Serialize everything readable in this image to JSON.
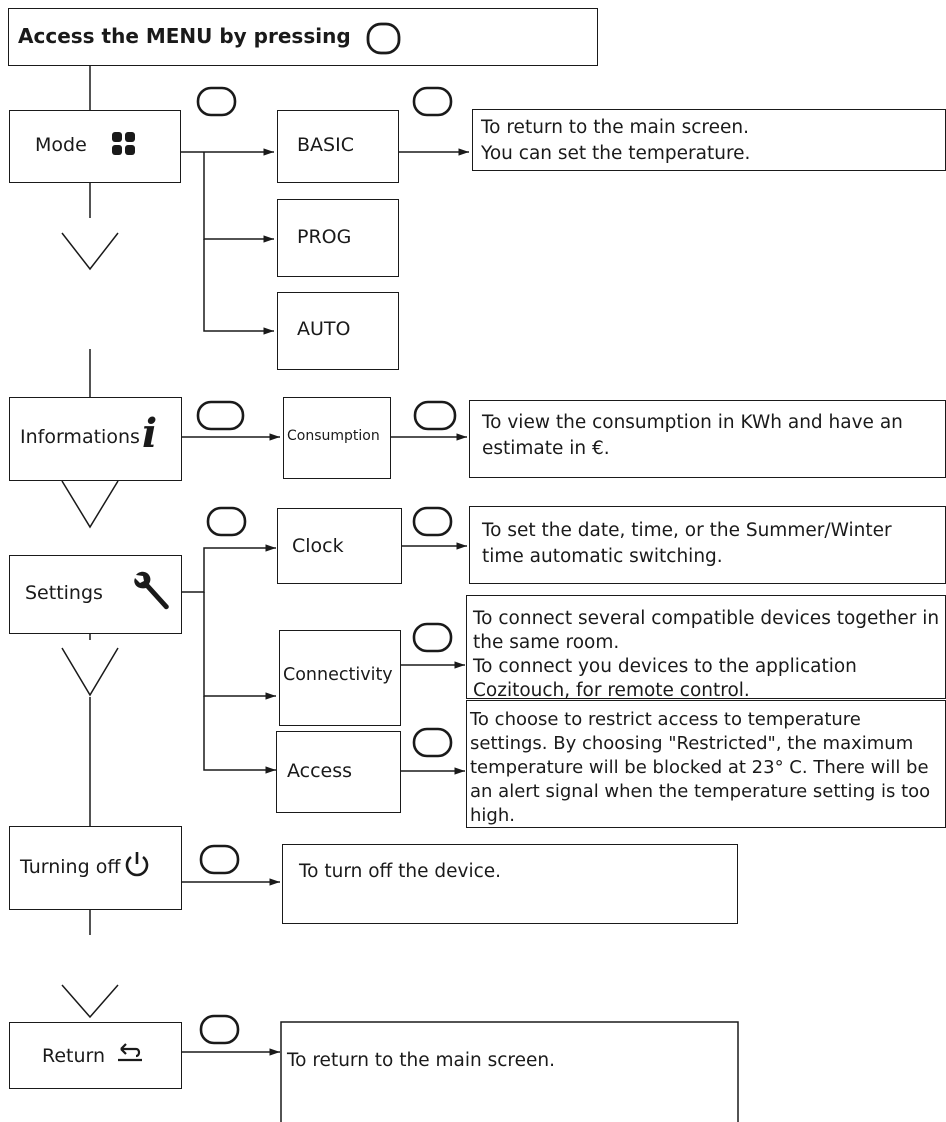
{
  "header": {
    "title": "Access the MENU by pressing"
  },
  "menu": [
    {
      "label": "Mode",
      "icon": "grid-icon"
    },
    {
      "label": "Informations",
      "icon": "info-icon"
    },
    {
      "label": "Settings",
      "icon": "wrench-icon"
    },
    {
      "label": "Turning off",
      "icon": "power-icon"
    },
    {
      "label": "Return",
      "icon": "return-icon"
    }
  ],
  "mode": {
    "options": [
      "BASIC",
      "PROG",
      "AUTO"
    ],
    "basic_desc_1": "To return to the main screen.",
    "basic_desc_2": "You can set the temperature."
  },
  "informations": {
    "option": "Consumption",
    "desc": "To view the consumption in KWh and have an estimate in €."
  },
  "settings": {
    "clock": "Clock",
    "clock_desc": "To set the date, time, or the Summer/Winter time automatic switching.",
    "connectivity": "Connectivity",
    "connectivity_desc_1": "To connect several compatible devices together in the same room.",
    "connectivity_desc_2": "To connect you devices to the application Cozitouch, for remote control.",
    "access": "Access",
    "access_desc": "To choose to restrict access to temperature settings. By choosing \"Restricted\", the maximum temperature will be blocked at 23° C. There will be an alert signal when the temperature setting is too high."
  },
  "turning_off": {
    "desc": "To turn off the device."
  },
  "return_item": {
    "desc": "To return to the main screen."
  }
}
